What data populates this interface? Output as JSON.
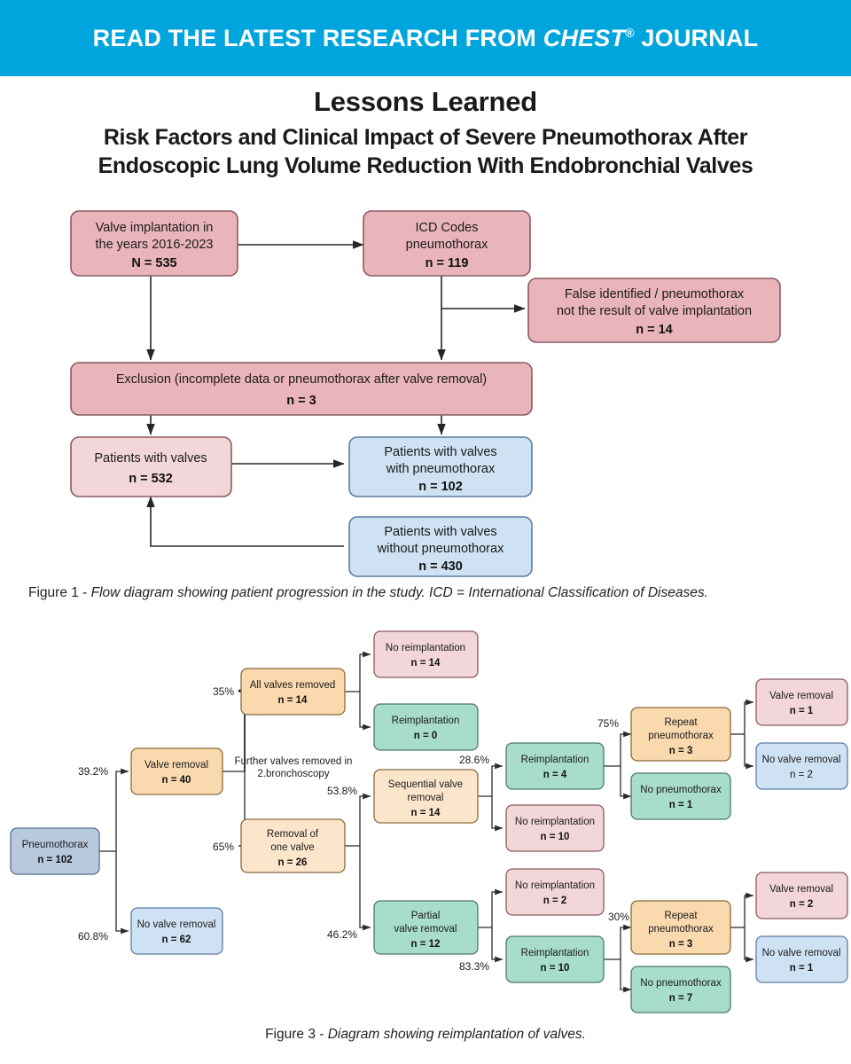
{
  "banner": {
    "prefix": "READ THE LATEST RESEARCH FROM ",
    "journal": "CHEST",
    "reg": "®",
    "suffix": " JOURNAL",
    "bg_color": "#00a5de",
    "text_color": "#ffffff"
  },
  "header": {
    "eyebrow": "Lessons Learned",
    "title_line1": "Risk Factors and Clinical Impact of Severe Pneumothorax After",
    "title_line2": "Endoscopic Lung Volume Reduction With Endobronchial Valves"
  },
  "palette": {
    "pink_fill": "#e9b5bb",
    "pink_stroke": "#8a5b60",
    "lightpink_fill": "#f2d6da",
    "blue_fill": "#cfe2f3",
    "blue_stroke": "#5a7ea3",
    "orange_fill": "#fad9ae",
    "orange_stroke": "#8a6a3a",
    "cream_fill": "#fbe6cc",
    "green_fill": "#a8ddc9",
    "green_stroke": "#4a7a68",
    "slate_fill": "#b9c9dd",
    "slate_stroke": "#56708c",
    "line": "#262626"
  },
  "figure1": {
    "caption_lead": "Figure 1 - ",
    "caption_body": "Flow diagram showing patient progression in the study. ICD = International Classification of Diseases.",
    "nodes": [
      {
        "id": "valve-implantation",
        "lines": [
          "Valve implantation in",
          "the years 2016-2023"
        ],
        "count": "N = 535",
        "color": "pink"
      },
      {
        "id": "icd-codes",
        "lines": [
          "ICD Codes",
          "pneumothorax"
        ],
        "count": "n = 119",
        "color": "pink"
      },
      {
        "id": "false-identified",
        "lines": [
          "False identified / pneumothorax",
          "not the result of valve implantation"
        ],
        "count": "n = 14",
        "color": "pink"
      },
      {
        "id": "exclusion",
        "lines": [
          "Exclusion (incomplete data or pneumothorax after valve removal)"
        ],
        "count": "n = 3",
        "color": "pink"
      },
      {
        "id": "patients-with-valves",
        "lines": [
          "Patients with valves"
        ],
        "count": "n = 532",
        "color": "lightpink"
      },
      {
        "id": "with-pneumothorax",
        "lines": [
          "Patients with valves",
          "with pneumothorax"
        ],
        "count": "n = 102",
        "color": "blue"
      },
      {
        "id": "without-pneumothorax",
        "lines": [
          "Patients with valves",
          "without pneumothorax"
        ],
        "count": "n = 430",
        "color": "blue"
      }
    ]
  },
  "figure3": {
    "caption_lead": "Figure 3 - ",
    "caption_body": "Diagram showing reimplantation of valves.",
    "annotations": [
      {
        "id": "further-valves-note",
        "text_line1": "Further valves removed in",
        "text_line2": "2.bronchoscopy"
      }
    ],
    "percentages": [
      {
        "id": "pct-valve-removal",
        "value": "39.2%"
      },
      {
        "id": "pct-no-valve-removal",
        "value": "60.8%"
      },
      {
        "id": "pct-all-valves-removed",
        "value": "35%"
      },
      {
        "id": "pct-removal-one-valve",
        "value": "65%"
      },
      {
        "id": "pct-sequential",
        "value": "53.8%"
      },
      {
        "id": "pct-partial",
        "value": "46.2%"
      },
      {
        "id": "pct-reimplantation-4",
        "value": "28.6%"
      },
      {
        "id": "pct-reimplantation-10",
        "value": "83.3%"
      },
      {
        "id": "pct-repeat-top",
        "value": "75%"
      },
      {
        "id": "pct-repeat-bottom",
        "value": "30%"
      }
    ],
    "nodes": [
      {
        "id": "pneumothorax-root",
        "lines": [
          "Pneumothorax"
        ],
        "count": "n = 102",
        "color": "slate"
      },
      {
        "id": "valve-removal-40",
        "lines": [
          "Valve removal"
        ],
        "count": "n = 40",
        "color": "orange"
      },
      {
        "id": "no-valve-removal-62",
        "lines": [
          "No valve removal"
        ],
        "count": "n = 62",
        "color": "blue"
      },
      {
        "id": "all-valves-removed-14",
        "lines": [
          "All valves removed"
        ],
        "count": "n = 14",
        "color": "orange"
      },
      {
        "id": "removal-one-valve-26",
        "lines": [
          "Removal of",
          "one valve"
        ],
        "count": "n = 26",
        "color": "cream"
      },
      {
        "id": "no-reimplantation-14",
        "lines": [
          "No reimplantation"
        ],
        "count": "n = 14",
        "color": "lightpink"
      },
      {
        "id": "reimplantation-0",
        "lines": [
          "Reimplantation"
        ],
        "count": "n = 0",
        "color": "green"
      },
      {
        "id": "sequential-valve-removal-14",
        "lines": [
          "Sequential valve",
          "removal"
        ],
        "count": "n = 14",
        "color": "cream"
      },
      {
        "id": "partial-valve-removal-12",
        "lines": [
          "Partial",
          "valve removal"
        ],
        "count": "n = 12",
        "color": "green"
      },
      {
        "id": "reimplantation-4",
        "lines": [
          "Reimplantation"
        ],
        "count": "n = 4",
        "color": "green"
      },
      {
        "id": "no-reimplantation-10",
        "lines": [
          "No reimplantation"
        ],
        "count": "n = 10",
        "color": "lightpink"
      },
      {
        "id": "no-reimplantation-2",
        "lines": [
          "No reimplantation"
        ],
        "count": "n = 2",
        "color": "lightpink"
      },
      {
        "id": "reimplantation-10",
        "lines": [
          "Reimplantation"
        ],
        "count": "n = 10",
        "color": "green"
      },
      {
        "id": "repeat-pneumothorax-top",
        "lines": [
          "Repeat",
          "pneumothorax"
        ],
        "count": "n = 3",
        "color": "orange"
      },
      {
        "id": "no-pneumothorax-1",
        "lines": [
          "No pneumothorax"
        ],
        "count": "n = 1",
        "color": "green"
      },
      {
        "id": "repeat-pneumothorax-bottom",
        "lines": [
          "Repeat",
          "pneumothorax"
        ],
        "count": "n = 3",
        "color": "orange"
      },
      {
        "id": "no-pneumothorax-7",
        "lines": [
          "No pneumothorax"
        ],
        "count": "n = 7",
        "color": "green"
      },
      {
        "id": "valve-removal-1",
        "lines": [
          "Valve removal"
        ],
        "count": "n = 1",
        "color": "lightpink"
      },
      {
        "id": "no-valve-removal-2",
        "lines": [
          "No valve removal"
        ],
        "count": "n = 2",
        "color": "blue"
      },
      {
        "id": "valve-removal-2",
        "lines": [
          "Valve removal"
        ],
        "count": "n = 2",
        "color": "lightpink"
      },
      {
        "id": "no-valve-removal-1",
        "lines": [
          "No valve removal"
        ],
        "count": "n = 1",
        "color": "blue"
      }
    ]
  },
  "chart_data": {
    "type": "diagram",
    "title": "Risk Factors and Clinical Impact of Severe Pneumothorax After Endoscopic Lung Volume Reduction With Endobronchial Valves",
    "diagrams": [
      {
        "name": "Figure 1 - patient flow",
        "nodes": [
          {
            "label": "Valve implantation in the years 2016-2023",
            "value": 535,
            "value_label": "N = 535"
          },
          {
            "label": "ICD Codes pneumothorax",
            "value": 119,
            "value_label": "n = 119"
          },
          {
            "label": "False identified / pneumothorax not the result of valve implantation",
            "value": 14,
            "value_label": "n = 14"
          },
          {
            "label": "Exclusion (incomplete data or pneumothorax after valve removal)",
            "value": 3,
            "value_label": "n = 3"
          },
          {
            "label": "Patients with valves",
            "value": 532,
            "value_label": "n = 532"
          },
          {
            "label": "Patients with valves with pneumothorax",
            "value": 102,
            "value_label": "n = 102"
          },
          {
            "label": "Patients with valves without pneumothorax",
            "value": 430,
            "value_label": "n = 430"
          }
        ],
        "edges": [
          {
            "from": "Valve implantation in the years 2016-2023",
            "to": "ICD Codes pneumothorax",
            "bidirectional": true
          },
          {
            "from": "Valve implantation in the years 2016-2023",
            "to": "Exclusion (incomplete data or pneumothorax after valve removal)"
          },
          {
            "from": "ICD Codes pneumothorax",
            "to": "False identified / pneumothorax not the result of valve implantation"
          },
          {
            "from": "ICD Codes pneumothorax",
            "to": "Exclusion (incomplete data or pneumothorax after valve removal)"
          },
          {
            "from": "Exclusion (incomplete data or pneumothorax after valve removal)",
            "to": "Patients with valves"
          },
          {
            "from": "Exclusion (incomplete data or pneumothorax after valve removal)",
            "to": "Patients with valves with pneumothorax"
          },
          {
            "from": "Patients with valves",
            "to": "Patients with valves with pneumothorax"
          },
          {
            "from": "Patients with valves without pneumothorax",
            "to": "Patients with valves"
          }
        ]
      },
      {
        "name": "Figure 3 - reimplantation of valves",
        "nodes": [
          {
            "label": "Pneumothorax",
            "value": 102,
            "value_label": "n = 102"
          },
          {
            "label": "Valve removal",
            "value": 40,
            "value_label": "n = 40"
          },
          {
            "label": "No valve removal",
            "value": 62,
            "value_label": "n = 62"
          },
          {
            "label": "All valves removed",
            "value": 14,
            "value_label": "n = 14"
          },
          {
            "label": "Removal of one valve",
            "value": 26,
            "value_label": "n = 26"
          },
          {
            "label": "No reimplantation (all valves removed)",
            "value": 14,
            "value_label": "n = 14"
          },
          {
            "label": "Reimplantation (all valves removed)",
            "value": 0,
            "value_label": "n = 0"
          },
          {
            "label": "Sequential valve removal",
            "value": 14,
            "value_label": "n = 14"
          },
          {
            "label": "Partial valve removal",
            "value": 12,
            "value_label": "n = 12"
          },
          {
            "label": "Reimplantation (sequential)",
            "value": 4,
            "value_label": "n = 4"
          },
          {
            "label": "No reimplantation (sequential)",
            "value": 10,
            "value_label": "n = 10"
          },
          {
            "label": "No reimplantation (partial)",
            "value": 2,
            "value_label": "n = 2"
          },
          {
            "label": "Reimplantation (partial)",
            "value": 10,
            "value_label": "n = 10"
          },
          {
            "label": "Repeat pneumothorax (sequential)",
            "value": 3,
            "value_label": "n = 3"
          },
          {
            "label": "No pneumothorax (sequential)",
            "value": 1,
            "value_label": "n = 1"
          },
          {
            "label": "Repeat pneumothorax (partial)",
            "value": 3,
            "value_label": "n = 3"
          },
          {
            "label": "No pneumothorax (partial)",
            "value": 7,
            "value_label": "n = 7"
          },
          {
            "label": "Valve removal (after repeat, sequential)",
            "value": 1,
            "value_label": "n = 1"
          },
          {
            "label": "No valve removal (after repeat, sequential)",
            "value": 2,
            "value_label": "n = 2"
          },
          {
            "label": "Valve removal (after repeat, partial)",
            "value": 2,
            "value_label": "n = 2"
          },
          {
            "label": "No valve removal (after repeat, partial)",
            "value": 1,
            "value_label": "n = 1"
          }
        ],
        "edges": [
          {
            "from": "Pneumothorax",
            "to": "Valve removal",
            "label": "39.2%"
          },
          {
            "from": "Pneumothorax",
            "to": "No valve removal",
            "label": "60.8%"
          },
          {
            "from": "Valve removal",
            "to": "All valves removed",
            "label": "35%"
          },
          {
            "from": "Valve removal",
            "to": "Removal of one valve",
            "label": "65%"
          },
          {
            "from": "All valves removed",
            "to": "No reimplantation (all valves removed)"
          },
          {
            "from": "All valves removed",
            "to": "Reimplantation (all valves removed)"
          },
          {
            "from": "Removal of one valve",
            "to": "Sequential valve removal",
            "label": "53.8%"
          },
          {
            "from": "Removal of one valve",
            "to": "Partial valve removal",
            "label": "46.2%"
          },
          {
            "from": "Sequential valve removal",
            "to": "Reimplantation (sequential)",
            "label": "28.6%"
          },
          {
            "from": "Sequential valve removal",
            "to": "No reimplantation (sequential)"
          },
          {
            "from": "Partial valve removal",
            "to": "No reimplantation (partial)"
          },
          {
            "from": "Partial valve removal",
            "to": "Reimplantation (partial)",
            "label": "83.3%"
          },
          {
            "from": "Reimplantation (sequential)",
            "to": "Repeat pneumothorax (sequential)",
            "label": "75%"
          },
          {
            "from": "Reimplantation (sequential)",
            "to": "No pneumothorax (sequential)"
          },
          {
            "from": "Reimplantation (partial)",
            "to": "Repeat pneumothorax (partial)",
            "label": "30%"
          },
          {
            "from": "Reimplantation (partial)",
            "to": "No pneumothorax (partial)"
          },
          {
            "from": "Repeat pneumothorax (sequential)",
            "to": "Valve removal (after repeat, sequential)"
          },
          {
            "from": "Repeat pneumothorax (sequential)",
            "to": "No valve removal (after repeat, sequential)"
          },
          {
            "from": "Repeat pneumothorax (partial)",
            "to": "Valve removal (after repeat, partial)"
          },
          {
            "from": "Repeat pneumothorax (partial)",
            "to": "No valve removal (after repeat, partial)"
          }
        ],
        "annotation": "Further valves removed in 2.bronchoscopy"
      }
    ]
  }
}
